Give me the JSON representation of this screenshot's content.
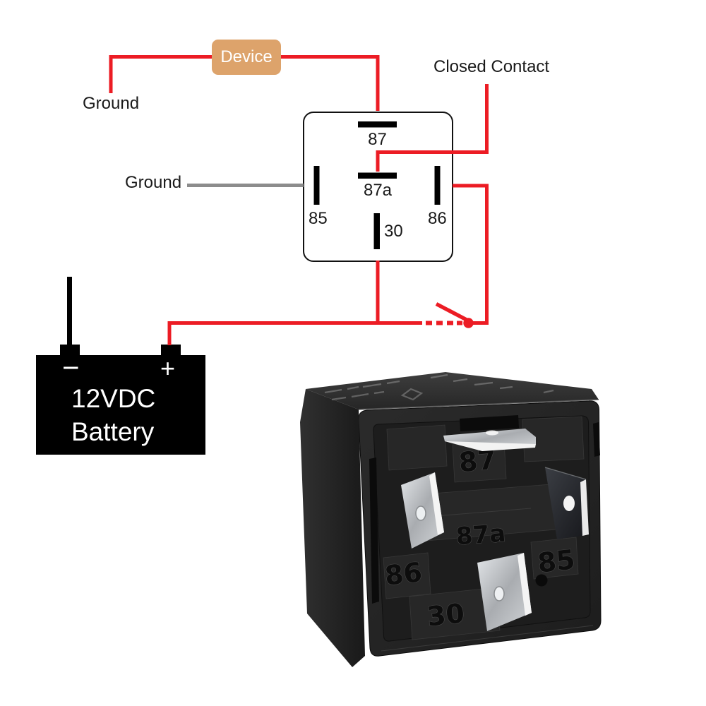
{
  "schematic": {
    "device_label": "Device",
    "ground_top_label": "Ground",
    "ground_mid_label": "Ground",
    "closed_contact_label": "Closed Contact",
    "relay_pins": {
      "pin87": "87",
      "pin87a": "87a",
      "pin85": "85",
      "pin86": "86",
      "pin30": "30"
    },
    "battery": {
      "voltage_line": "12VDC",
      "name_line": "Battery",
      "positive": "+",
      "negative": "−"
    },
    "colors": {
      "wire_power": "#EC1C24",
      "wire_ground": "#8C8C8C",
      "wire_battery_negative": "#000000",
      "device_box": "#DDA36B",
      "relay_outline": "#111111",
      "battery_body": "#000000",
      "label_text": "#1A1A1A",
      "battery_text": "#FFFFFF"
    }
  },
  "relay_photo": {
    "pin_labels": {
      "pin87": "87",
      "pin87a": "87a",
      "pin86": "86",
      "pin85": "85",
      "pin30": "30"
    },
    "body_color": "#232323"
  }
}
